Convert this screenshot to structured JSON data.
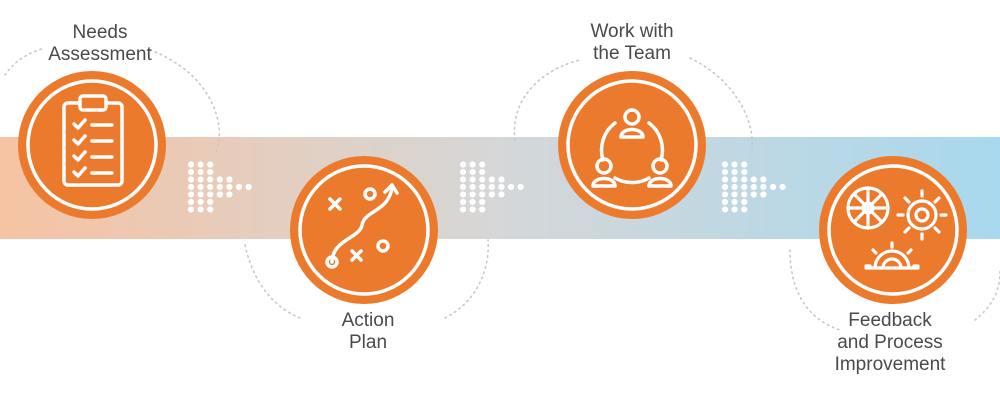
{
  "steps": [
    {
      "id": "needs-assessment",
      "label_lines": [
        "Needs",
        "Assessment"
      ],
      "icon": "clipboard-checklist-icon"
    },
    {
      "id": "action-plan",
      "label_lines": [
        "Action",
        "Plan"
      ],
      "icon": "strategy-play-icon"
    },
    {
      "id": "work-with-team",
      "label_lines": [
        "Work with",
        "the Team"
      ],
      "icon": "team-cycle-icon"
    },
    {
      "id": "feedback-improvement",
      "label_lines": [
        "Feedback",
        "and Process",
        "Improvement"
      ],
      "icon": "gears-process-icon"
    }
  ],
  "colors": {
    "accent_orange": "#ec7a2d",
    "band_start": "#f6c3a3",
    "band_mid": "#d5d7d8",
    "band_end": "#a8d8ee",
    "arrow_dots": "#ffffff",
    "dotted_arc": "#c8c8c8",
    "label_text": "#4a4a4a"
  }
}
